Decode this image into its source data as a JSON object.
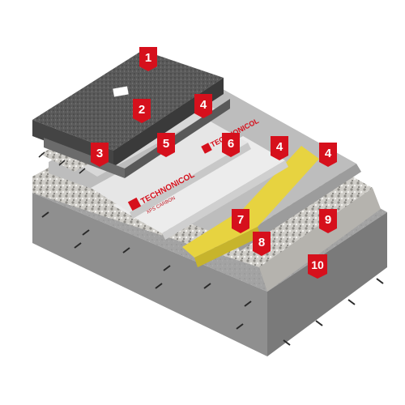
{
  "brand": {
    "name": "TECHNONICOL",
    "product": "XPS CARBON",
    "accent": "#d6101c"
  },
  "callouts": [
    {
      "id": "1",
      "label": "1"
    },
    {
      "id": "2",
      "label": "2"
    },
    {
      "id": "3",
      "label": "3"
    },
    {
      "id": "4a",
      "label": "4"
    },
    {
      "id": "5",
      "label": "5"
    },
    {
      "id": "6",
      "label": "6"
    },
    {
      "id": "4b",
      "label": "4"
    },
    {
      "id": "4c",
      "label": "4"
    },
    {
      "id": "7",
      "label": "7"
    },
    {
      "id": "8",
      "label": "8"
    },
    {
      "id": "9",
      "label": "9"
    },
    {
      "id": "10",
      "label": "10"
    }
  ],
  "colors": {
    "concrete": "#9a9a9a",
    "asphalt": "#5c5c5c",
    "gravel": "#c9c7c2",
    "membrane": "#e9d53e",
    "insulation": "#e3e3e3",
    "tag": "#d6101c"
  }
}
